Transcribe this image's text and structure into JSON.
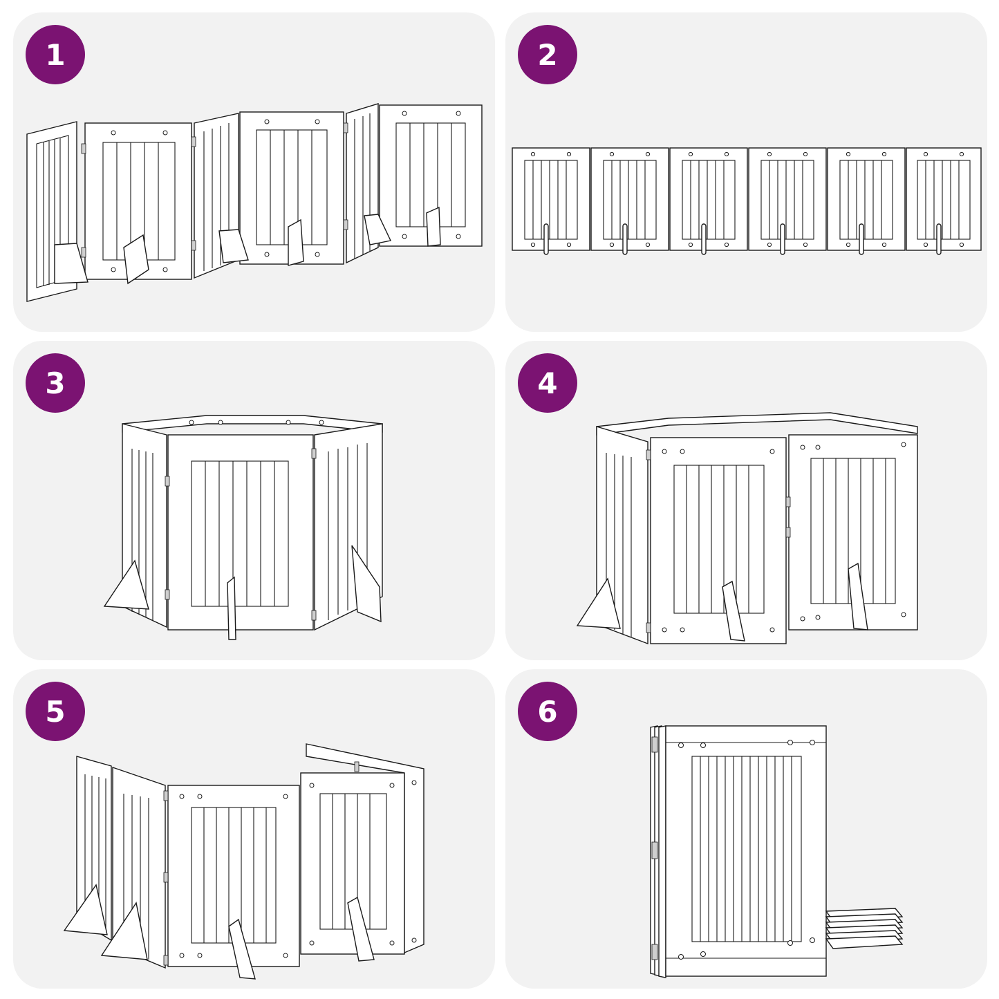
{
  "brand_color": "#7b1372",
  "steps": [
    {
      "number": "1",
      "icon": "folded-zigzag-fence-icon"
    },
    {
      "number": "2",
      "icon": "flat-unfolded-fence-icon"
    },
    {
      "number": "3",
      "icon": "hexagon-playpen-icon"
    },
    {
      "number": "4",
      "icon": "rectangle-playpen-icon"
    },
    {
      "number": "5",
      "icon": "u-shaped-fence-icon"
    },
    {
      "number": "6",
      "icon": "collapsed-fence-stack-icon"
    }
  ]
}
